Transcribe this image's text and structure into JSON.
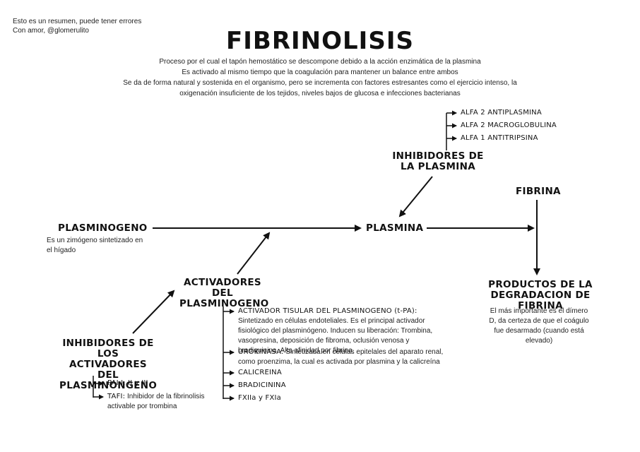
{
  "header_note": [
    "Esto es un resumen, puede tener errores",
    "Con amor, @glomerulito"
  ],
  "title": "FIBRINOLISIS",
  "intro": [
    "Proceso por el cual el tapón hemostático se descompone debido a la acción enzimática de la plasmina",
    "Es activado al mismo tiempo que la coagulación para mantener un balance entre ambos",
    "Se da de forma natural y sostenida en el organismo, pero se incrementa con factores estresantes como el ejercicio intenso, la",
    "oxigenación insuficiente de los tejidos, niveles bajos de glucosa e infecciones bacterianas"
  ],
  "inhibidores_plasmina": {
    "title": "INHIBIDORES DE LA PLASMINA",
    "items": [
      "ALFA 2 ANTIPLASMINA",
      "ALFA 2 MACROGLOBULINA",
      "ALFA 1 ANTITRIPSINA"
    ]
  },
  "fibrina": "FIBRINA",
  "plasminogeno": {
    "title": "PLASMINOGENO",
    "desc": [
      "Es un zimógeno sintetizado en",
      "el hígado"
    ]
  },
  "plasmina": "PLASMINA",
  "productos": {
    "title": "PRODUCTOS DE LA DEGRADACION DE FIBRINA",
    "desc": [
      "El más importante es el dímero",
      "D, da certeza de que el coágulo",
      "fue desarmado (cuando está",
      "elevado)"
    ]
  },
  "activadores": {
    "title": "ACTIVADORES DEL PLASMINOGENO",
    "items": [
      {
        "name": "ACTIVADOR TISULAR DEL PLASMINOGENO (t-PA):",
        "desc": "Sintetizado en células endoteliales. Es el principal activador fisiológico del plasminógeno. Inducen su liberación: Trombina, vasopresina, deposición de fibroma, oclusión venosa y bradiquinina. Alta afinidad por fibrina"
      },
      {
        "name": "UROKINASA:",
        "desc": "Sintetizada en células epitelales del aparato renal, como proenzima, la cual es activada por plasmina y la calicreína"
      },
      {
        "name": "CALICREINA",
        "desc": ""
      },
      {
        "name": "BRADICININA",
        "desc": ""
      },
      {
        "name": "FXIIa y FXIa",
        "desc": ""
      }
    ]
  },
  "inhibidores_activadores": {
    "title": "INHIBIDORES DE LOS ACTIVADORES DEL PLASMINONGENO",
    "items": [
      {
        "name": "PAI I, II y III",
        "desc": ""
      },
      {
        "name": "TAFI:",
        "desc": "Inhibidor de la fibrinolisis activable por trombina"
      }
    ]
  }
}
